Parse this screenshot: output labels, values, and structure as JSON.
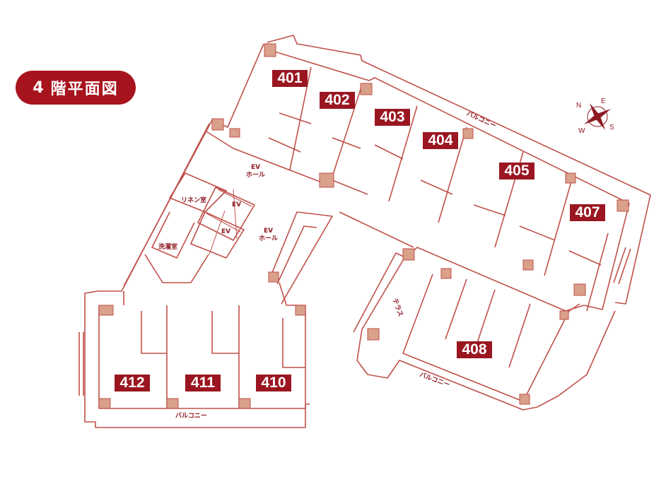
{
  "title": {
    "number": "4",
    "text": "階平面図"
  },
  "rooms": [
    "401",
    "402",
    "403",
    "404",
    "405",
    "407",
    "408",
    "410",
    "411",
    "412"
  ],
  "labels": {
    "ev_hall": "EV\nホール",
    "ev": "EV",
    "linen": "リネン室",
    "laundry": "洗濯室",
    "terrace": "テラス",
    "balcony": "バルコニー"
  },
  "compass": {
    "n": "N",
    "e": "E",
    "s": "S",
    "w": "W"
  },
  "colors": {
    "wall": "#c0504a",
    "accent": "#9a1621",
    "fill": "#d9a08a"
  }
}
